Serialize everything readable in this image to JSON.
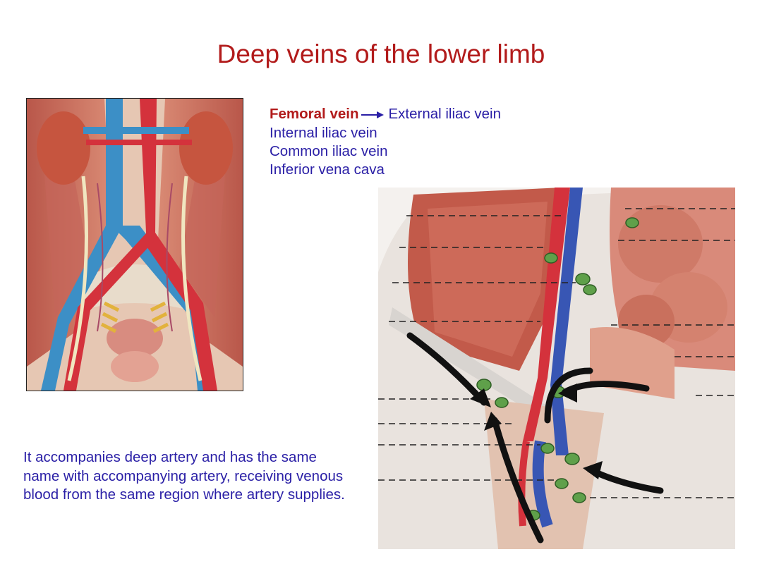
{
  "slide": {
    "title": "Deep veins of the lower limb"
  },
  "vein_pathway": {
    "start": "Femoral vein",
    "first_destination": "External iliac vein",
    "items": [
      "Internal iliac vein",
      "Common iliac vein",
      "Inferior vena cava"
    ]
  },
  "description": "It accompanies deep artery and has the same name with accompanying artery, receiving venous blood from the same region where artery supplies.",
  "colors": {
    "title": "#b21b1b",
    "body_text": "#2a1fa6",
    "highlight": "#b21b1b",
    "vein_blue": "#3c8fc6",
    "artery_red": "#d4323c"
  },
  "figures": {
    "left": "anatomical-illustration-abdominal-pelvic-vessels",
    "right": "anatomical-illustration-inguinal-region-lymph-nodes"
  }
}
